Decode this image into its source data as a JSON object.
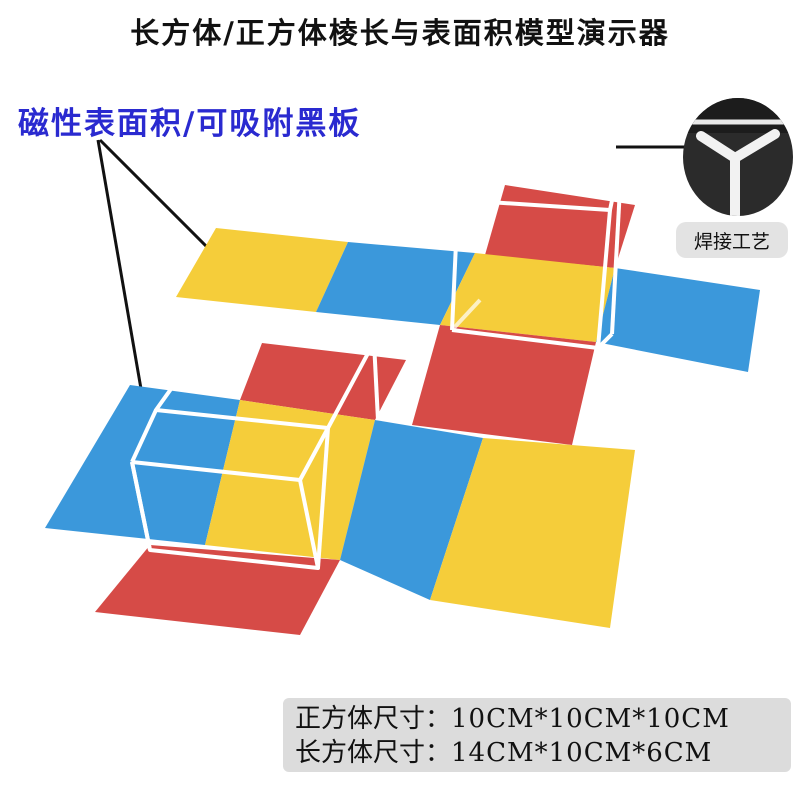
{
  "title": "长方体/正方体棱长与表面积模型演示器",
  "subtitle": "磁性表面积/可吸附黑板",
  "badge": "焊接工艺",
  "specs": [
    {
      "label": "正方体尺寸：",
      "value": "10CM*10CM*10CM"
    },
    {
      "label": "长方体尺寸：",
      "value": "14CM*10CM*6CM"
    }
  ],
  "colors": {
    "yellow": "#f5cd3a",
    "blue": "#3b98db",
    "red": "#d64b47",
    "frame": "#ffffff",
    "subtitle": "#2a2ad0",
    "inset_bg": "#2b2b2b"
  }
}
